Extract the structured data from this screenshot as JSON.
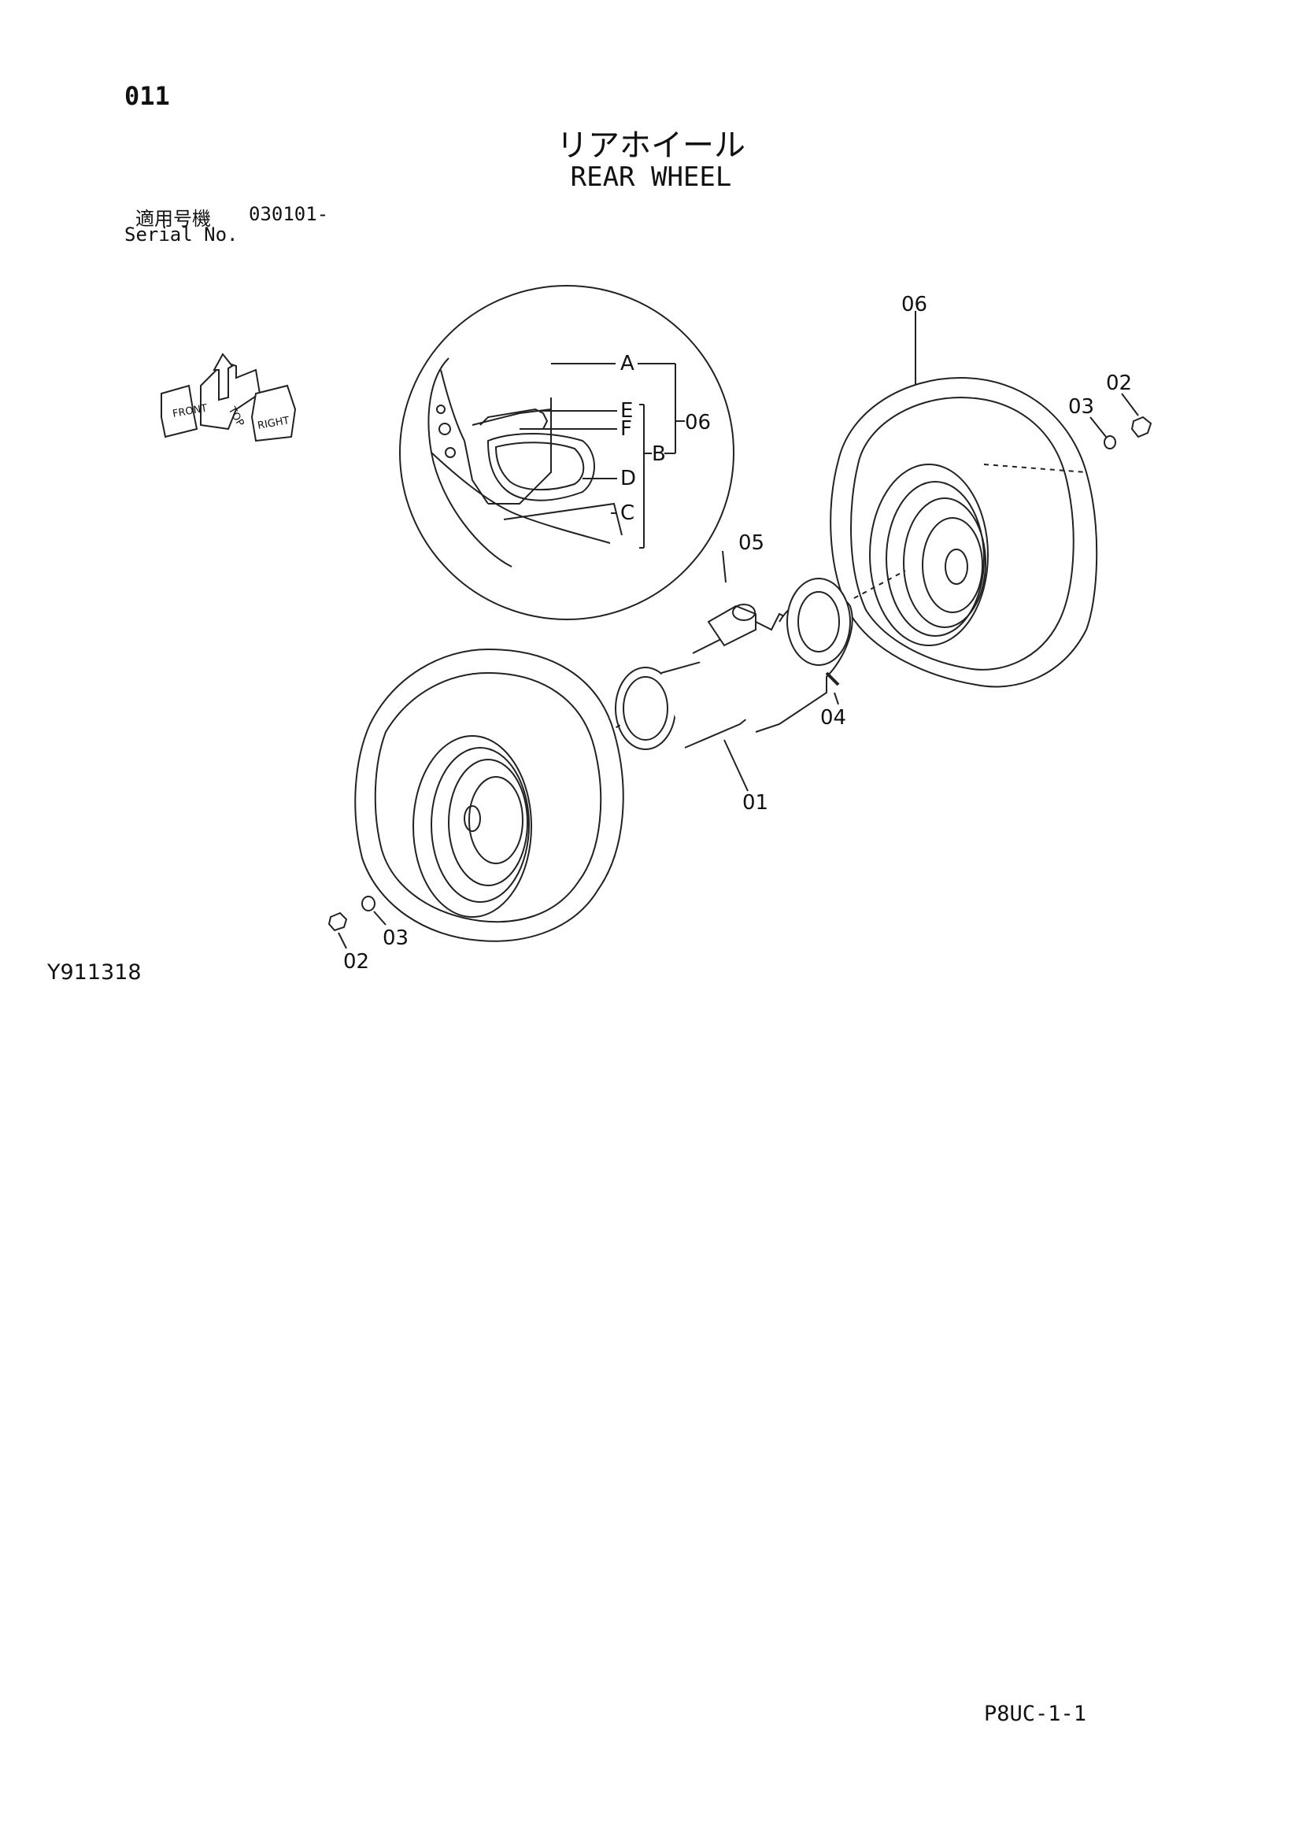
{
  "header": {
    "page_number": "011",
    "title_jp": "リアホイール",
    "title_en": "REAR WHEEL",
    "serial_label_jp": "適用号機",
    "serial_value": "030101-",
    "serial_label_en": "Serial No."
  },
  "orientation_marker": {
    "labels": [
      "FRONT",
      "TOP",
      "RIGHT"
    ]
  },
  "callouts": {
    "detail_A": "A",
    "detail_B": "B",
    "detail_C": "C",
    "detail_D": "D",
    "detail_E": "E",
    "detail_F": "F",
    "detail_group": "06",
    "part_01": "01",
    "part_02_right": "02",
    "part_03_right": "03",
    "part_04": "04",
    "part_05": "05",
    "part_06": "06",
    "part_02_left": "02",
    "part_03_left": "03"
  },
  "footer": {
    "figure_id": "Y911318",
    "page_code": "P8UC-1-1"
  }
}
